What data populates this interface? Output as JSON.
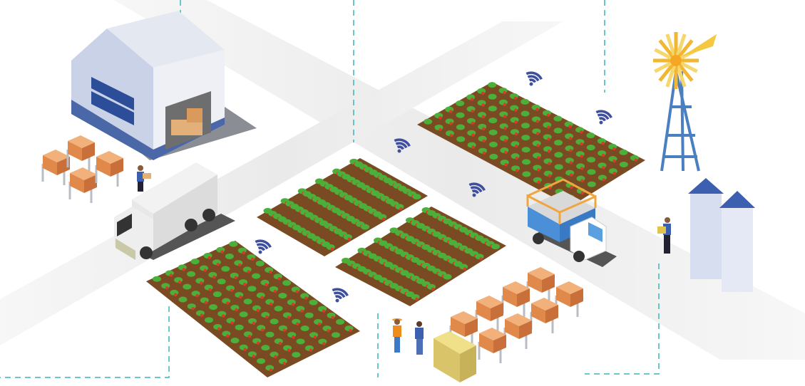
{
  "colors": {
    "road": "#ececec",
    "dash": "#3bb3bd",
    "soil": "#7a4a22",
    "leaf": "#4caf3a",
    "berry": "#d93a2b",
    "wifi": "#3f4fa0",
    "crate": "#e0894a",
    "steel": "#b8bcc4",
    "windmill_blade": "#f5c842",
    "tower": "#4a7fc1",
    "silo_roof": "#3d5fb0"
  },
  "fields": [
    {
      "name": "field-northeast",
      "rows": 7,
      "ripe": true
    },
    {
      "name": "field-center",
      "rows": 6,
      "ripe": true
    },
    {
      "name": "field-south",
      "rows": 6,
      "ripe": true
    },
    {
      "name": "field-southwest",
      "rows": 7,
      "ripe": true
    }
  ],
  "wifi_signals": 6
}
